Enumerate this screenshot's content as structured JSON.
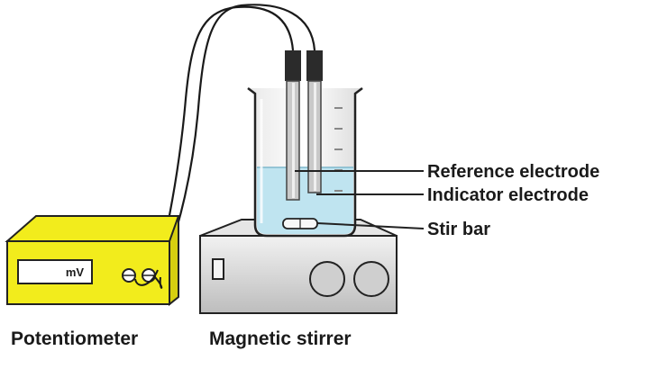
{
  "labels": {
    "reference_electrode": "Reference electrode",
    "indicator_electrode": "Indicator electrode",
    "stir_bar": "Stir bar",
    "potentiometer": "Potentiometer",
    "magnetic_stirrer": "Magnetic stirrer",
    "display_unit": "mV"
  },
  "colors": {
    "potentiometer_body": "#f2ec1c",
    "solution": "#bfe4f0",
    "stirrer_body": "#d9d9d9",
    "electrode_cap": "#2b2b2b"
  }
}
